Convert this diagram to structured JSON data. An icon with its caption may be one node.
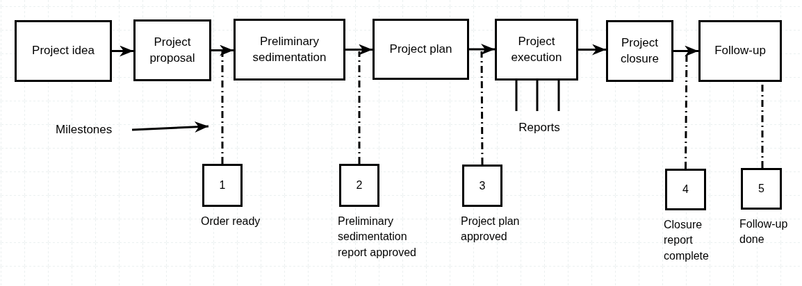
{
  "diagram": {
    "nodes": [
      {
        "text": [
          "Project idea"
        ]
      },
      {
        "text": [
          "Project proposal"
        ]
      },
      {
        "text": [
          "Preliminary sedimentation"
        ]
      },
      {
        "text": [
          "Project plan"
        ]
      },
      {
        "text": [
          "Project execution"
        ]
      },
      {
        "text": [
          "Project closure"
        ]
      },
      {
        "text": [
          "Follow-up"
        ]
      },
      {
        "text": [
          "1"
        ],
        "beside": [
          "Order ready"
        ]
      },
      {
        "text": [
          "2"
        ],
        "beside": [
          "Preliminary sedimentation report approved"
        ]
      },
      {
        "text": [
          "3"
        ],
        "beside": [
          "Project plan approved"
        ]
      },
      {
        "text": [
          "4"
        ],
        "beside": [
          "Closure report complete"
        ]
      },
      {
        "text": [
          "5"
        ],
        "beside": [
          "Follow-up done"
        ]
      },
      {
        "text": [
          "Milestones"
        ]
      },
      {
        "text": [
          "Reports"
        ]
      }
    ],
    "edges": [
      {
        "from": 0,
        "to": 1,
        "arrow": "to"
      },
      {
        "from": 1,
        "to": 2,
        "arrow": "to"
      },
      {
        "from": 2,
        "to": 3,
        "arrow": "to"
      },
      {
        "from": 3,
        "to": 4,
        "arrow": "to"
      },
      {
        "from": 4,
        "to": 5,
        "arrow": "to"
      },
      {
        "from": 5,
        "to": 6,
        "arrow": "to"
      },
      {
        "from": 7,
        "to": null,
        "arrow": "none",
        "style": "dashed"
      },
      {
        "from": 8,
        "to": null,
        "arrow": "none",
        "style": "dashed"
      },
      {
        "from": 9,
        "to": null,
        "arrow": "none",
        "style": "dashed"
      },
      {
        "from": 10,
        "to": null,
        "arrow": "none",
        "style": "dashed"
      },
      {
        "from": 11,
        "to": 6,
        "arrow": "none",
        "style": "dashed"
      },
      {
        "from": 12,
        "to": null,
        "arrow": "to"
      },
      {
        "from": 4,
        "to": 13,
        "arrow": "none"
      },
      {
        "from": 4,
        "to": 13,
        "arrow": "none"
      },
      {
        "from": 4,
        "to": 13,
        "arrow": "none"
      }
    ]
  }
}
